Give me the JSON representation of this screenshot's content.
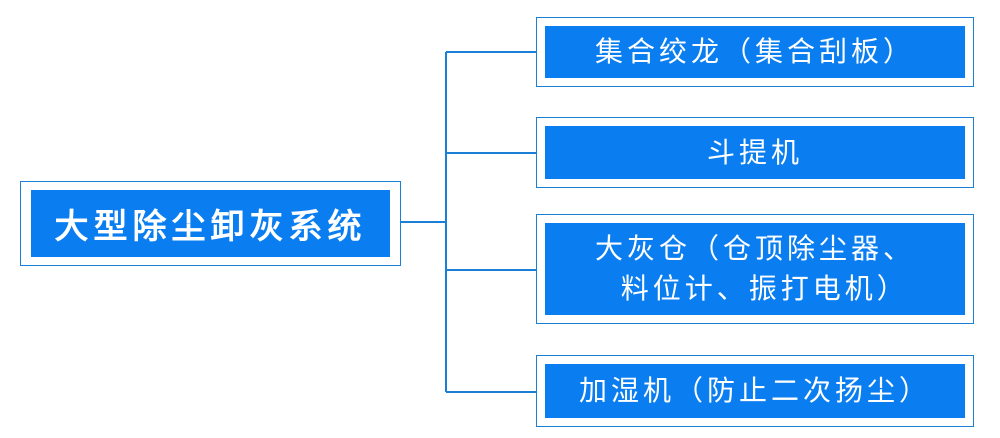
{
  "diagram": {
    "root": {
      "label": "大型除尘卸灰系统"
    },
    "children": [
      {
        "label": "集合绞龙（集合刮板）"
      },
      {
        "label": "斗提机"
      },
      {
        "label": "大灰仓（仓顶除尘器、\n  料位计、振打电机）"
      },
      {
        "label": "加湿机（防止二次扬尘）"
      }
    ]
  },
  "colors": {
    "box_fill": "#0a7ef0",
    "frame_border": "#1a7fd6",
    "connector": "#1a7fd6",
    "text": "#ffffff"
  }
}
